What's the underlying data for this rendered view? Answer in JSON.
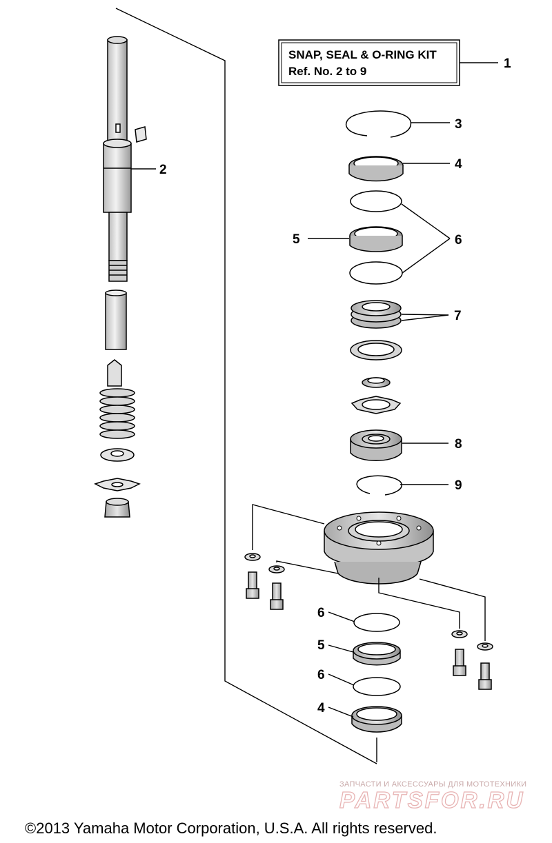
{
  "kit_box": {
    "line1": "SNAP, SEAL & O-RING KIT",
    "line2": "Ref.  No.  2   to   9"
  },
  "callouts": {
    "c1": "1",
    "c2": "2",
    "c3": "3",
    "c4a": "4",
    "c5a": "5",
    "c6a": "6",
    "c7": "7",
    "c8": "8",
    "c9": "9",
    "c6b": "6",
    "c5b": "5",
    "c6c": "6",
    "c4b": "4"
  },
  "watermark": {
    "line1": "ЗАПЧАСТИ И АКСЕССУАРЫ ДЛЯ МОТОТЕХНИКИ",
    "logo": "PARTSFOR.RU"
  },
  "copyright": "©2013 Yamaha Motor Corporation, U.S.A. All rights reserved."
}
